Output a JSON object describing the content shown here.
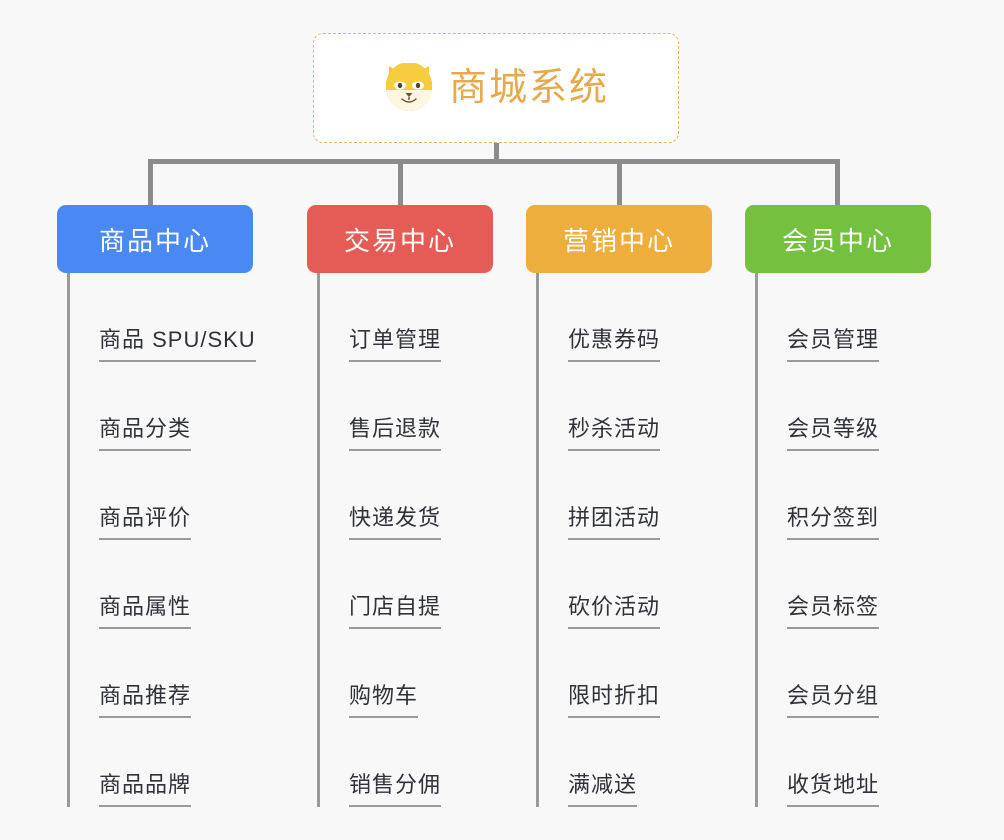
{
  "root": {
    "title": "商城系统",
    "icon": "shiba-dog-icon",
    "title_color": "#e8a94a",
    "border_color": "#e8b468"
  },
  "canvas": {
    "background_color": "#f8f8f8",
    "connector_color": "#8c8c8c"
  },
  "branches": [
    {
      "label": "商品中心",
      "color": "#4a89f3",
      "leaves": [
        {
          "label": "商品 SPU/SKU"
        },
        {
          "label": "商品分类"
        },
        {
          "label": "商品评价"
        },
        {
          "label": "商品属性"
        },
        {
          "label": "商品推荐"
        },
        {
          "label": "商品品牌"
        }
      ]
    },
    {
      "label": "交易中心",
      "color": "#e55c57",
      "leaves": [
        {
          "label": "订单管理"
        },
        {
          "label": "售后退款"
        },
        {
          "label": "快递发货"
        },
        {
          "label": "门店自提"
        },
        {
          "label": "购物车"
        },
        {
          "label": "销售分佣"
        }
      ]
    },
    {
      "label": "营销中心",
      "color": "#edae3c",
      "leaves": [
        {
          "label": "优惠券码"
        },
        {
          "label": "秒杀活动"
        },
        {
          "label": "拼团活动"
        },
        {
          "label": "砍价活动"
        },
        {
          "label": "限时折扣"
        },
        {
          "label": "满减送"
        }
      ]
    },
    {
      "label": "会员中心",
      "color": "#73c13f",
      "leaves": [
        {
          "label": "会员管理"
        },
        {
          "label": "会员等级"
        },
        {
          "label": "积分签到"
        },
        {
          "label": "会员标签"
        },
        {
          "label": "会员分组"
        },
        {
          "label": "收货地址"
        }
      ]
    }
  ]
}
